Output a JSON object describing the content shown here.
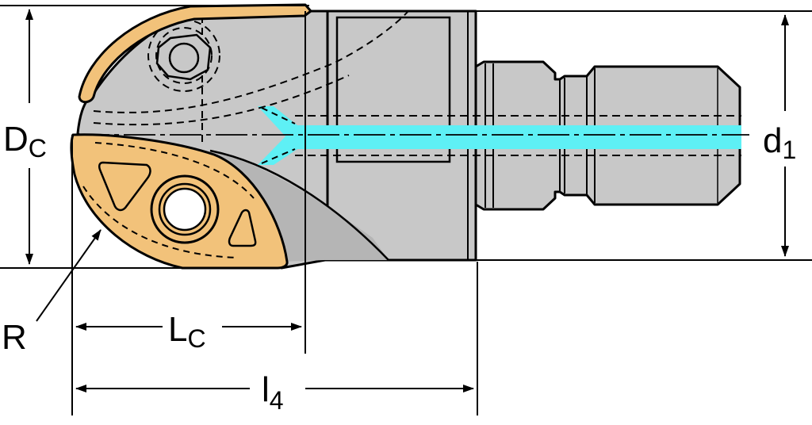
{
  "labels": {
    "dc_main": "D",
    "dc_sub": "C",
    "lc_main": "L",
    "lc_sub": "C",
    "l4_main": "l",
    "l4_sub": "4",
    "d1_main": "d",
    "d1_sub": "1",
    "r": "R"
  },
  "colors": {
    "body": "#c8c8c8",
    "insert": "#f2c27a",
    "coolant": "#5ef0f5",
    "outline": "#000000",
    "background": "#ffffff"
  }
}
